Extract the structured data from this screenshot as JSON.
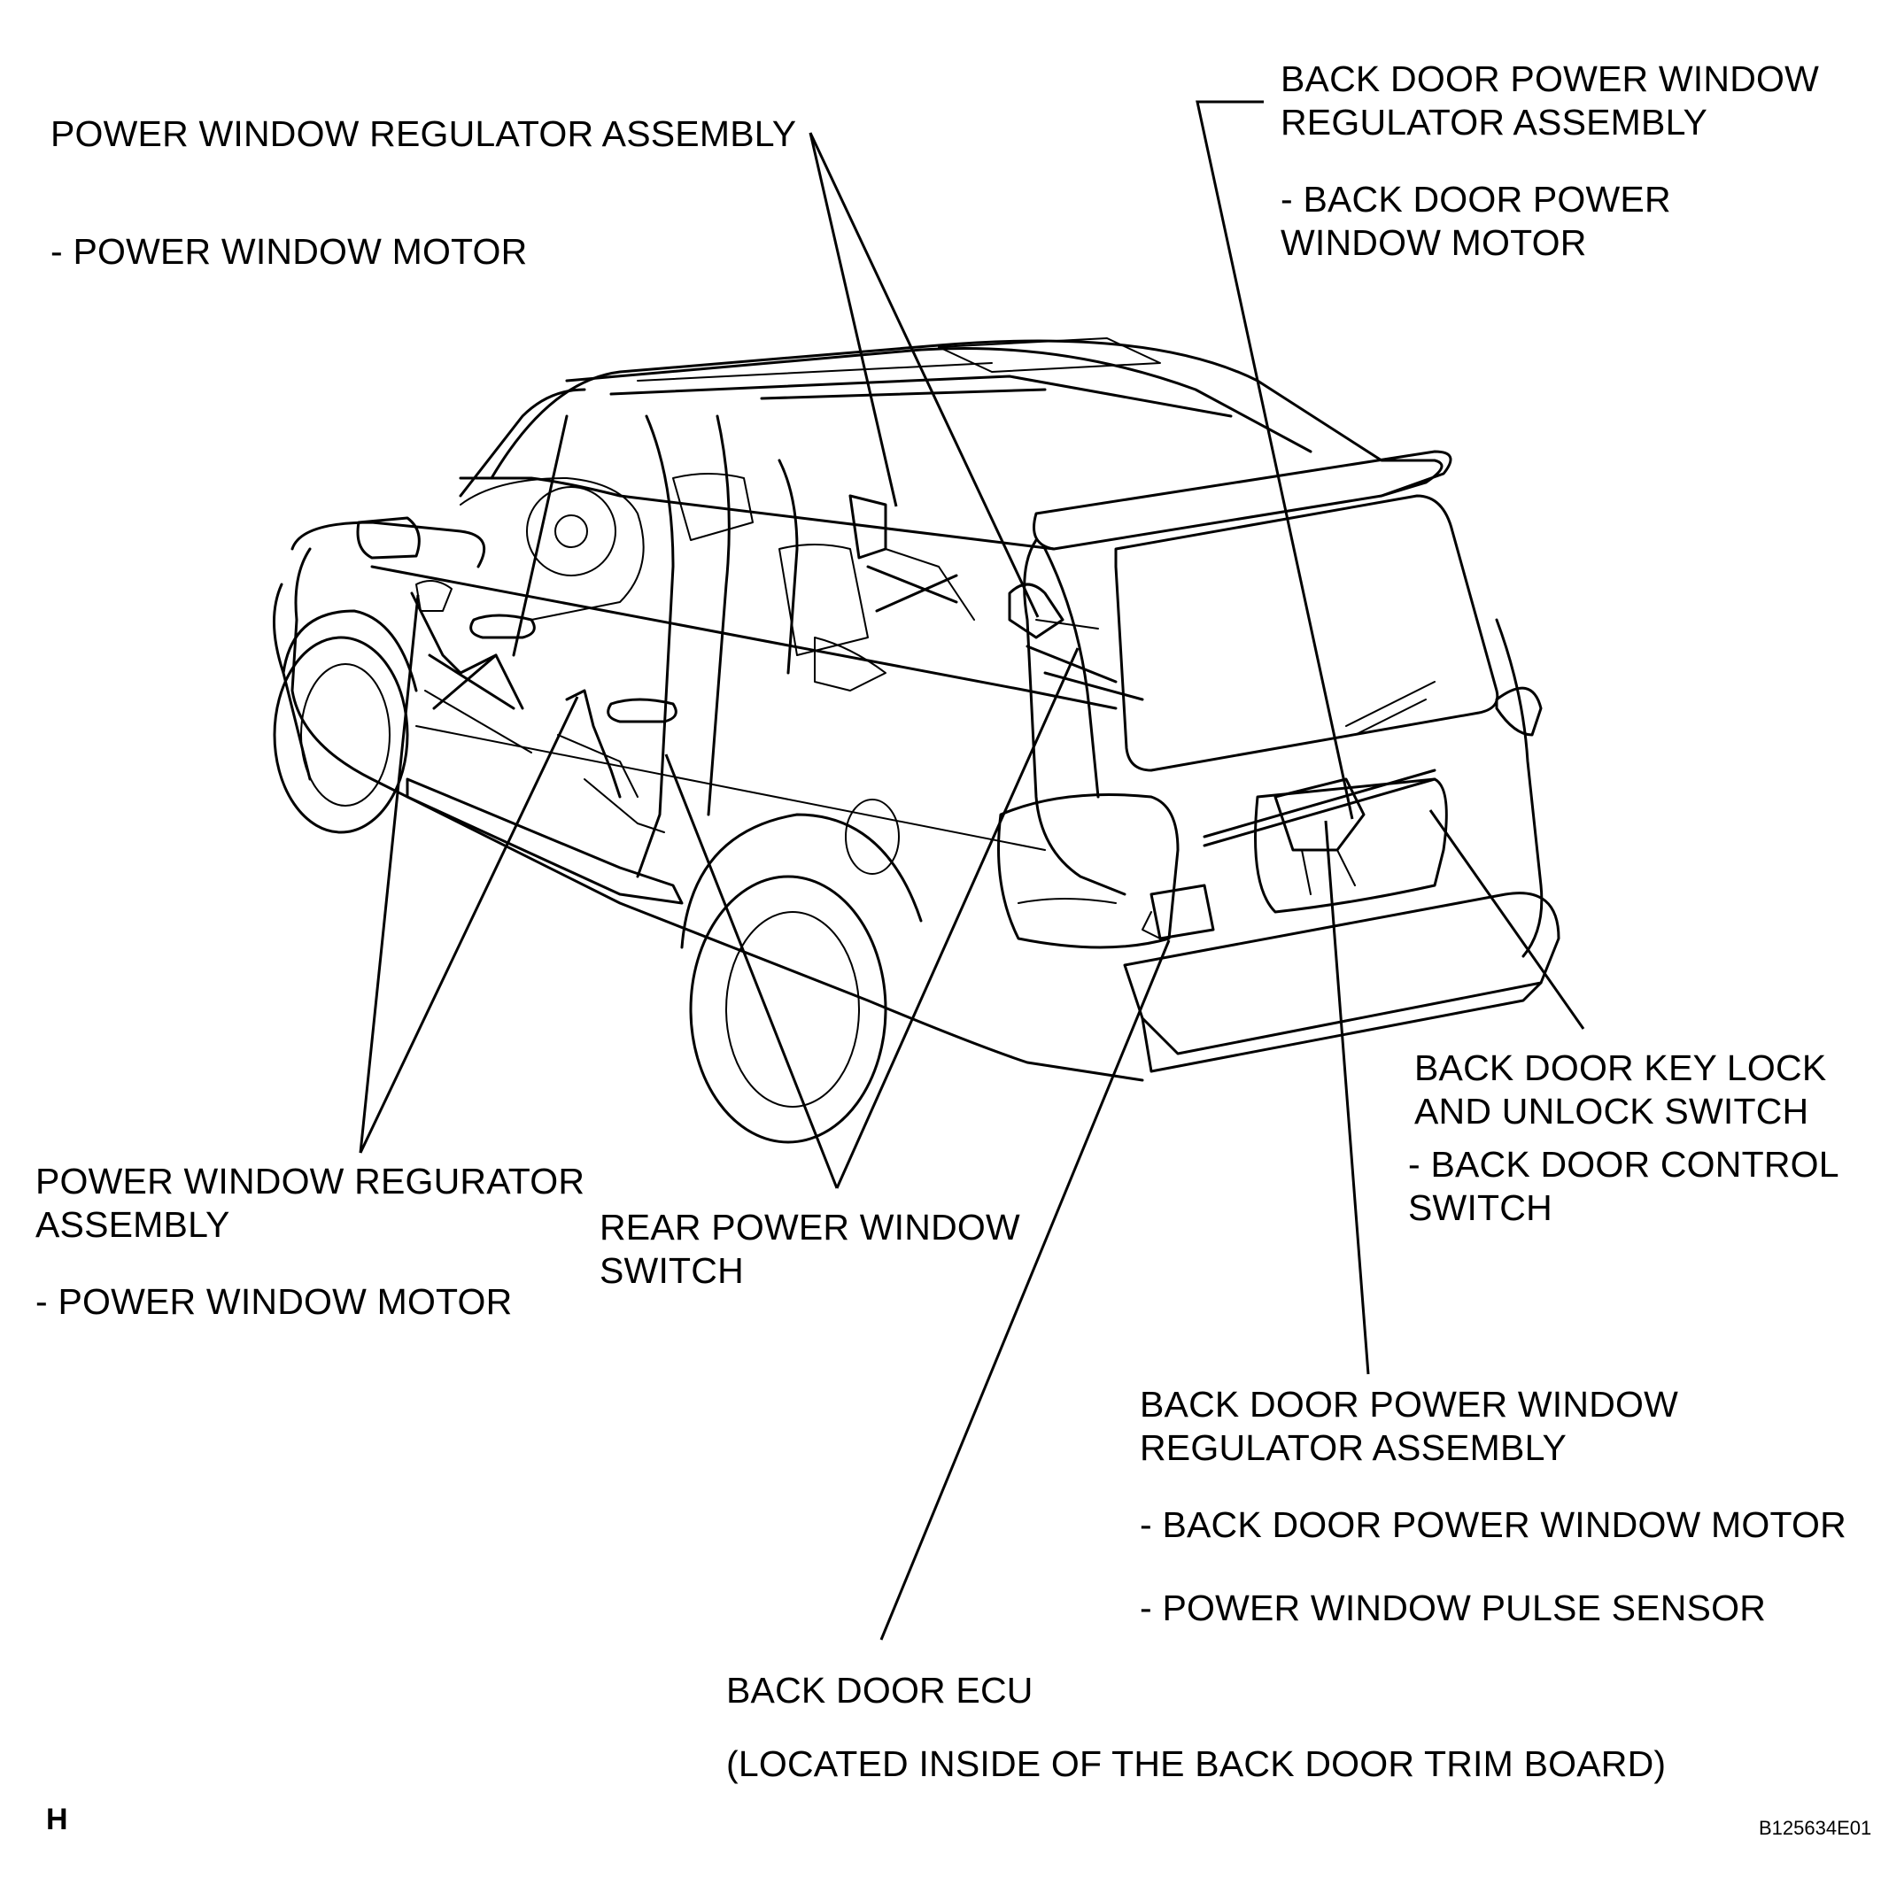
{
  "labels": {
    "front_regulator": {
      "title": "POWER WINDOW REGULATOR ASSEMBLY",
      "sub": "- POWER WINDOW MOTOR"
    },
    "back_door_regulator_top": {
      "title_1": "BACK DOOR POWER WINDOW",
      "title_2": "REGULATOR ASSEMBLY",
      "sub_1": "- BACK DOOR POWER",
      "sub_2": "WINDOW MOTOR"
    },
    "rear_regulator": {
      "title_1": "POWER WINDOW REGURATOR",
      "title_2": "ASSEMBLY",
      "sub": "- POWER WINDOW MOTOR"
    },
    "rear_switch": {
      "title_1": "REAR POWER WINDOW",
      "title_2": "SWITCH"
    },
    "key_lock_switch": {
      "title_1": "BACK DOOR KEY LOCK",
      "title_2": "AND UNLOCK SWITCH",
      "sub_1": "- BACK DOOR CONTROL",
      "sub_2": "SWITCH"
    },
    "back_door_regulator_bottom": {
      "title_1": "BACK DOOR POWER WINDOW",
      "title_2": "REGULATOR ASSEMBLY",
      "sub_1": "- BACK DOOR POWER WINDOW MOTOR",
      "sub_2": "- POWER WINDOW PULSE SENSOR"
    },
    "back_door_ecu": {
      "title": "BACK DOOR ECU",
      "sub": "(LOCATED INSIDE OF THE BACK DOOR TRIM BOARD)"
    }
  },
  "corner_mark": "H",
  "figure_id": "B125634E01"
}
